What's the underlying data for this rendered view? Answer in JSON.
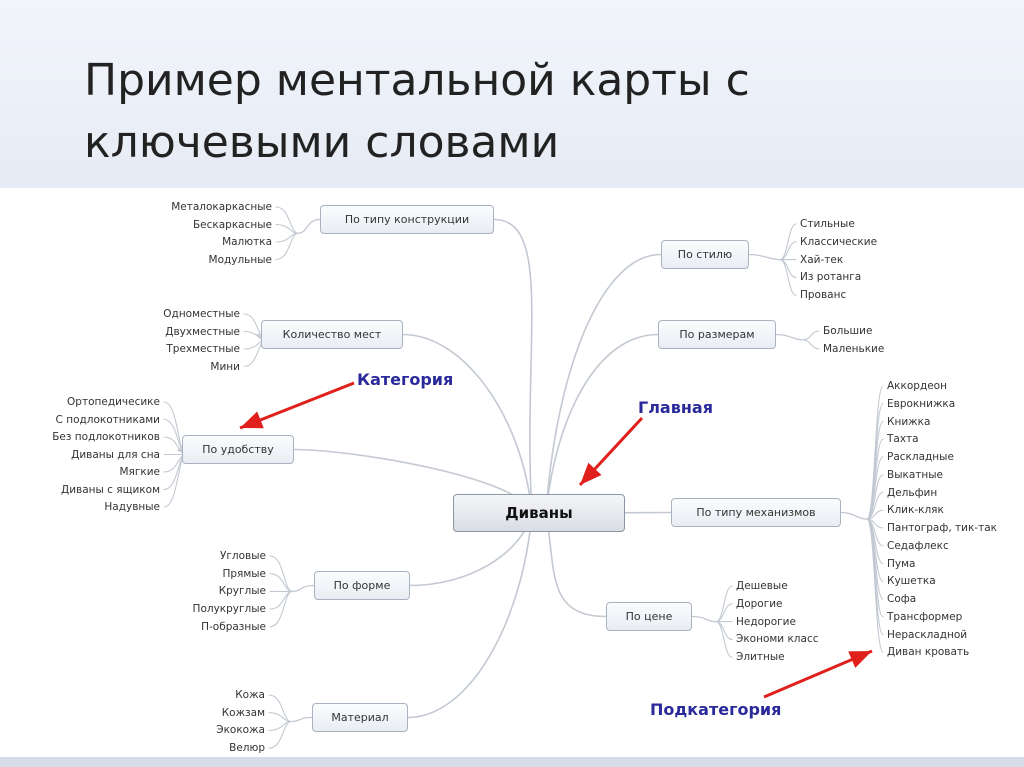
{
  "slide": {
    "title_lines": [
      "Пример ментальной карты с",
      "ключевыми словами"
    ]
  },
  "mindmap": {
    "center": "Диваны",
    "branches": [
      {
        "label": "По типу конструкции",
        "side": "left",
        "items": [
          "Металокаркасные",
          "Бескаркасные",
          "Малютка",
          "Модульные"
        ]
      },
      {
        "label": "Количество мест",
        "side": "left",
        "items": [
          "Одноместные",
          "Двухместные",
          "Трехместные",
          "Мини"
        ]
      },
      {
        "label": "По удобству",
        "side": "left",
        "items": [
          "Ортопедичесике",
          "С подлокотниками",
          "Без подлокотников",
          "Диваны для сна",
          "Мягкие",
          "Диваны с ящиком",
          "Надувные"
        ]
      },
      {
        "label": "По форме",
        "side": "left",
        "items": [
          "Угловые",
          "Прямые",
          "Круглые",
          "Полукруглые",
          "П-образные"
        ]
      },
      {
        "label": "Материал",
        "side": "left",
        "items": [
          "Кожа",
          "Кожзам",
          "Экокожа",
          "Велюр"
        ]
      },
      {
        "label": "По стилю",
        "side": "right",
        "items": [
          "Стильные",
          "Классические",
          "Хай-тек",
          "Из ротанга",
          "Прованс"
        ]
      },
      {
        "label": "По размерам",
        "side": "right",
        "items": [
          "Большие",
          "Маленькие"
        ]
      },
      {
        "label": "По типу механизмов",
        "side": "right",
        "items": [
          "Аккордеон",
          "Еврокнижка",
          "Книжка",
          "Тахта",
          "Раскладные",
          "Выкатные",
          "Дельфин",
          "Клик-кляк",
          "Пантограф, тик-так",
          "Седафлекс",
          "Пума",
          "Кушетка",
          "Софа",
          "Трансформер",
          "Нераскладной",
          "Диван кровать"
        ]
      },
      {
        "label": "По цене",
        "side": "right",
        "items": [
          "Дешевые",
          "Дорогие",
          "Недорогие",
          "Экономи класс",
          "Элитные"
        ]
      }
    ],
    "annotations": {
      "category": "Категория",
      "main": "Главная",
      "subcategory": "Подкатегория"
    }
  },
  "colors": {
    "connector": "#c3c9d2",
    "arrow": "#e0201c",
    "annotation_text": "#2a2a9a"
  }
}
